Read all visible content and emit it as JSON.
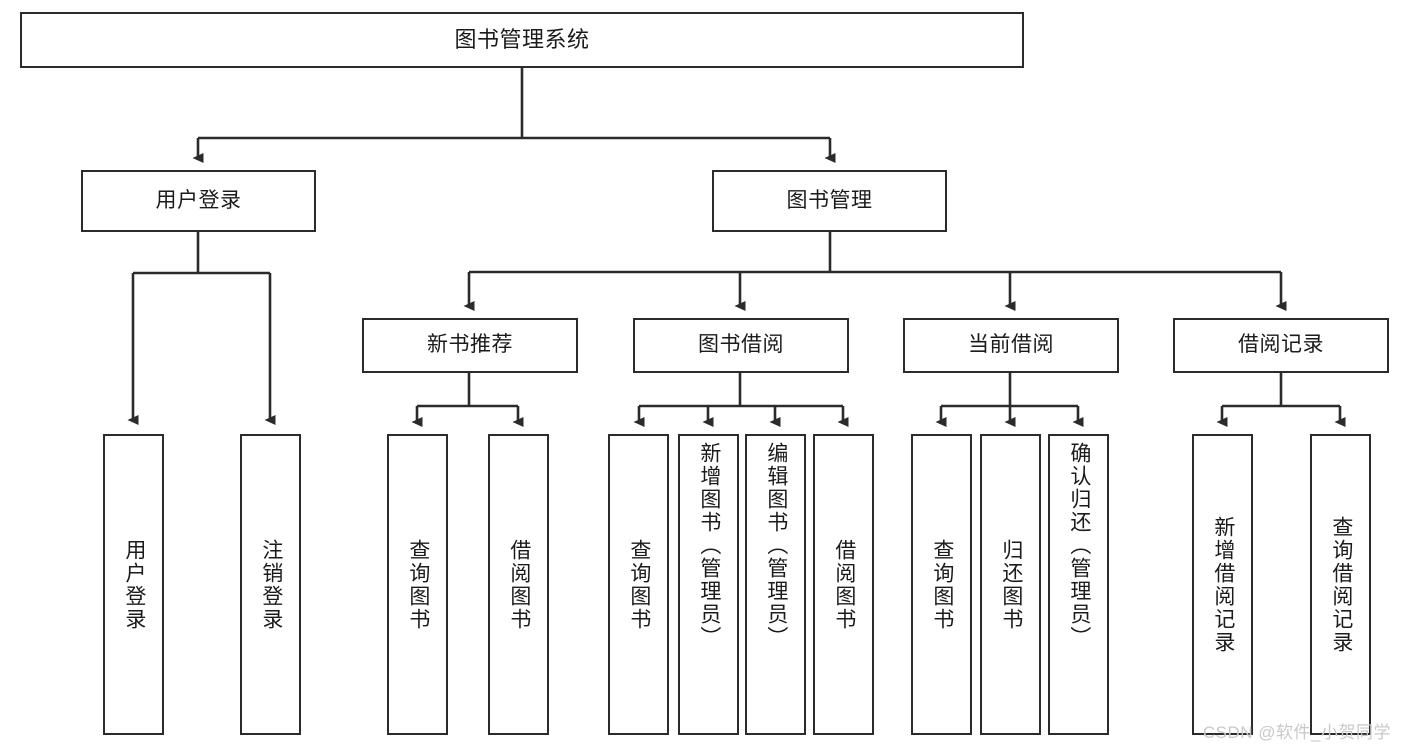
{
  "diagram": {
    "type": "tree",
    "title": "图书管理系统",
    "root": {
      "label": "图书管理系统"
    },
    "level2": [
      {
        "label": "用户登录"
      },
      {
        "label": "图书管理"
      }
    ],
    "level3": [
      {
        "label": "新书推荐"
      },
      {
        "label": "图书借阅"
      },
      {
        "label": "当前借阅"
      },
      {
        "label": "借阅记录"
      }
    ],
    "leaves": {
      "user_login": [
        {
          "label": "用户登录"
        },
        {
          "label": "注销登录"
        }
      ],
      "new_book_recommend": [
        {
          "label": "查询图书"
        },
        {
          "label": "借阅图书"
        }
      ],
      "book_borrow": [
        {
          "label": "查询图书"
        },
        {
          "label": "新增图书（管理员）"
        },
        {
          "label": "编辑图书（管理员）"
        },
        {
          "label": "借阅图书"
        }
      ],
      "current_borrow": [
        {
          "label": "查询图书"
        },
        {
          "label": "归还图书"
        },
        {
          "label": "确认归还（管理员）"
        }
      ],
      "borrow_record": [
        {
          "label": "新增借阅记录"
        },
        {
          "label": "查询借阅记录"
        }
      ]
    },
    "colors": {
      "stroke": "#2b2b2b",
      "fill": "#ffffff",
      "text": "#1b1b1b",
      "watermark": "#c9c9c9"
    }
  },
  "watermark": {
    "text": "CSDN @软件_小贺同学"
  }
}
